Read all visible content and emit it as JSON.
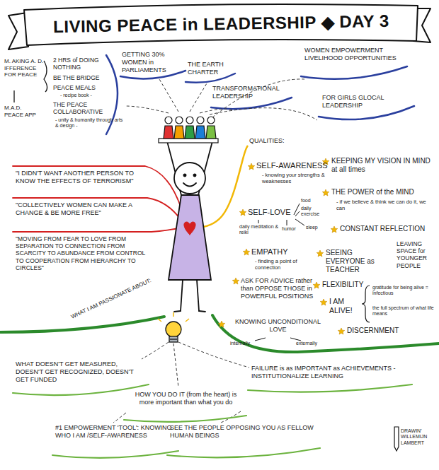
{
  "diagram": {
    "title": "LIVING PEACE in LEADERSHIP ◆ DAY 3",
    "labels": [
      "M. AKING A. D. IFFERENCE FOR PEACE",
      "M.A.D. PEACE APP",
      "2 HRS of DOING NOTHING",
      "BE THE BRIDGE",
      "PEACE MEALS",
      "- recipe book -",
      "THE PEACE COLLABORATIVE",
      "- unity & humanity through arts & design -",
      "GETTING 30% WOMEN in PARLIAMENTS",
      "THE EARTH CHARTER",
      "TRANSFORMATIONAL LEADERSHIP",
      "WOMEN EMPOWERMENT LIVELIHOOD OPPORTUNITIES",
      "FOR GIRLS GLOCAL LEADERSHIP",
      "\"I DIDN'T WANT ANOTHER PERSON TO KNOW THE EFFECTS OF TERRORISM\"",
      "\"COLLECTIVELY WOMEN CAN MAKE A CHANGE & BE MORE FREE\"",
      "\"MOVING FROM FEAR TO LOVE FROM SEPARATION TO CONNECTION FROM SCARCITY TO ABUNDANCE FROM CONTROL TO COOPERATION FROM HIERARCHY TO CIRCLES\"",
      "WHAT I AM PASSIONATE ABOUT:",
      "QUALITIES:",
      "SELF-AWARENESS",
      "- knowing your strengths & weaknesses",
      "SELF-LOVE",
      "food",
      "daily exercise",
      "sleep",
      "humor",
      "daily meditation & reiki",
      "EMPATHY",
      "- finding a point of connection",
      "ASK FOR ADVICE rather than OPPOSE THOSE in POWERFUL POSITIONS",
      "KNOWING UNCONDITIONAL LOVE",
      "internally",
      "externally",
      "KEEPING MY VISION IN MIND at all times",
      "THE POWER of the MIND",
      "- if we believe & think we can do it, we can",
      "CONSTANT REFLECTION",
      "SEEING EVERYONE as TEACHER",
      "LEAVING SPACE for YOUNGER PEOPLE",
      "FLEXIBILITY",
      "I AM ALIVE!",
      "gratitude for being alive = infectious",
      "the full spectrum of what life means",
      "DISCERNMENT",
      "WHAT DOESN'T GET MEASURED, DOESN'T GET RECOGNIZED, DOESN'T GET FUNDED",
      "FAILURE is as IMPORTANT as ACHIEVEMENTS - INSTITUTIONALIZE LEARNING",
      "HOW YOU DO IT (from the heart) is more important than what you do",
      "#1 EMPOWERMENT 'TOOL': KNOWING WHO I AM /SELF-AWARENESS",
      "SEE THE PEOPLE OPPOSING YOU AS FELLOW HUMAN BEINGS",
      "DRAWIN' WILLEMIJN LAMBERT"
    ]
  }
}
